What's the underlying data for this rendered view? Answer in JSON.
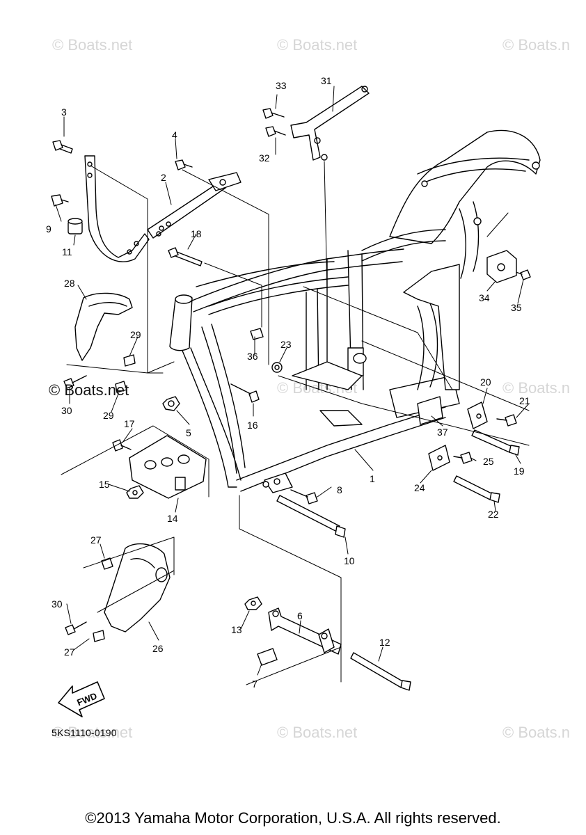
{
  "watermarks": {
    "text": "© Boats.net",
    "text_truncated": "© Boats.n",
    "overlay": "© Boats.net"
  },
  "diagram_code": "5KS1110-0190",
  "copyright": "©2013 Yamaha Motor Corporation, U.S.A. All rights reserved.",
  "fwd_label": "FWD",
  "callouts": [
    "1",
    "2",
    "3",
    "4",
    "5",
    "6",
    "7",
    "8",
    "9",
    "10",
    "11",
    "12",
    "13",
    "14",
    "15",
    "16",
    "17",
    "18",
    "19",
    "20",
    "21",
    "22",
    "23",
    "24",
    "25",
    "26",
    "27",
    "27",
    "28",
    "29",
    "29",
    "30",
    "30",
    "31",
    "32",
    "33",
    "34",
    "35",
    "36",
    "37"
  ],
  "line_color": "#000000"
}
